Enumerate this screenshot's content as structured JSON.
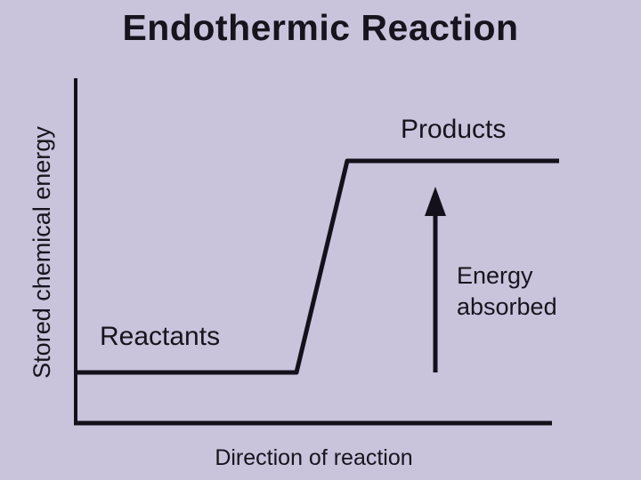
{
  "diagram": {
    "title": "Endothermic Reaction",
    "y_axis_label": "Stored chemical energy",
    "x_axis_label": "Direction of reaction",
    "reactants_label": "Reactants",
    "products_label": "Products",
    "energy_arrow_label": "Energy absorbed",
    "semantics": {
      "type": "energy-profile",
      "reactants_energy_level": "low",
      "products_energy_level": "high",
      "arrow_direction": "up",
      "arrow_meaning": "energy absorbed from reactants level up to products level"
    },
    "colors": {
      "background": "#cac3dc",
      "line": "#14111b",
      "text": "#17141d"
    }
  }
}
